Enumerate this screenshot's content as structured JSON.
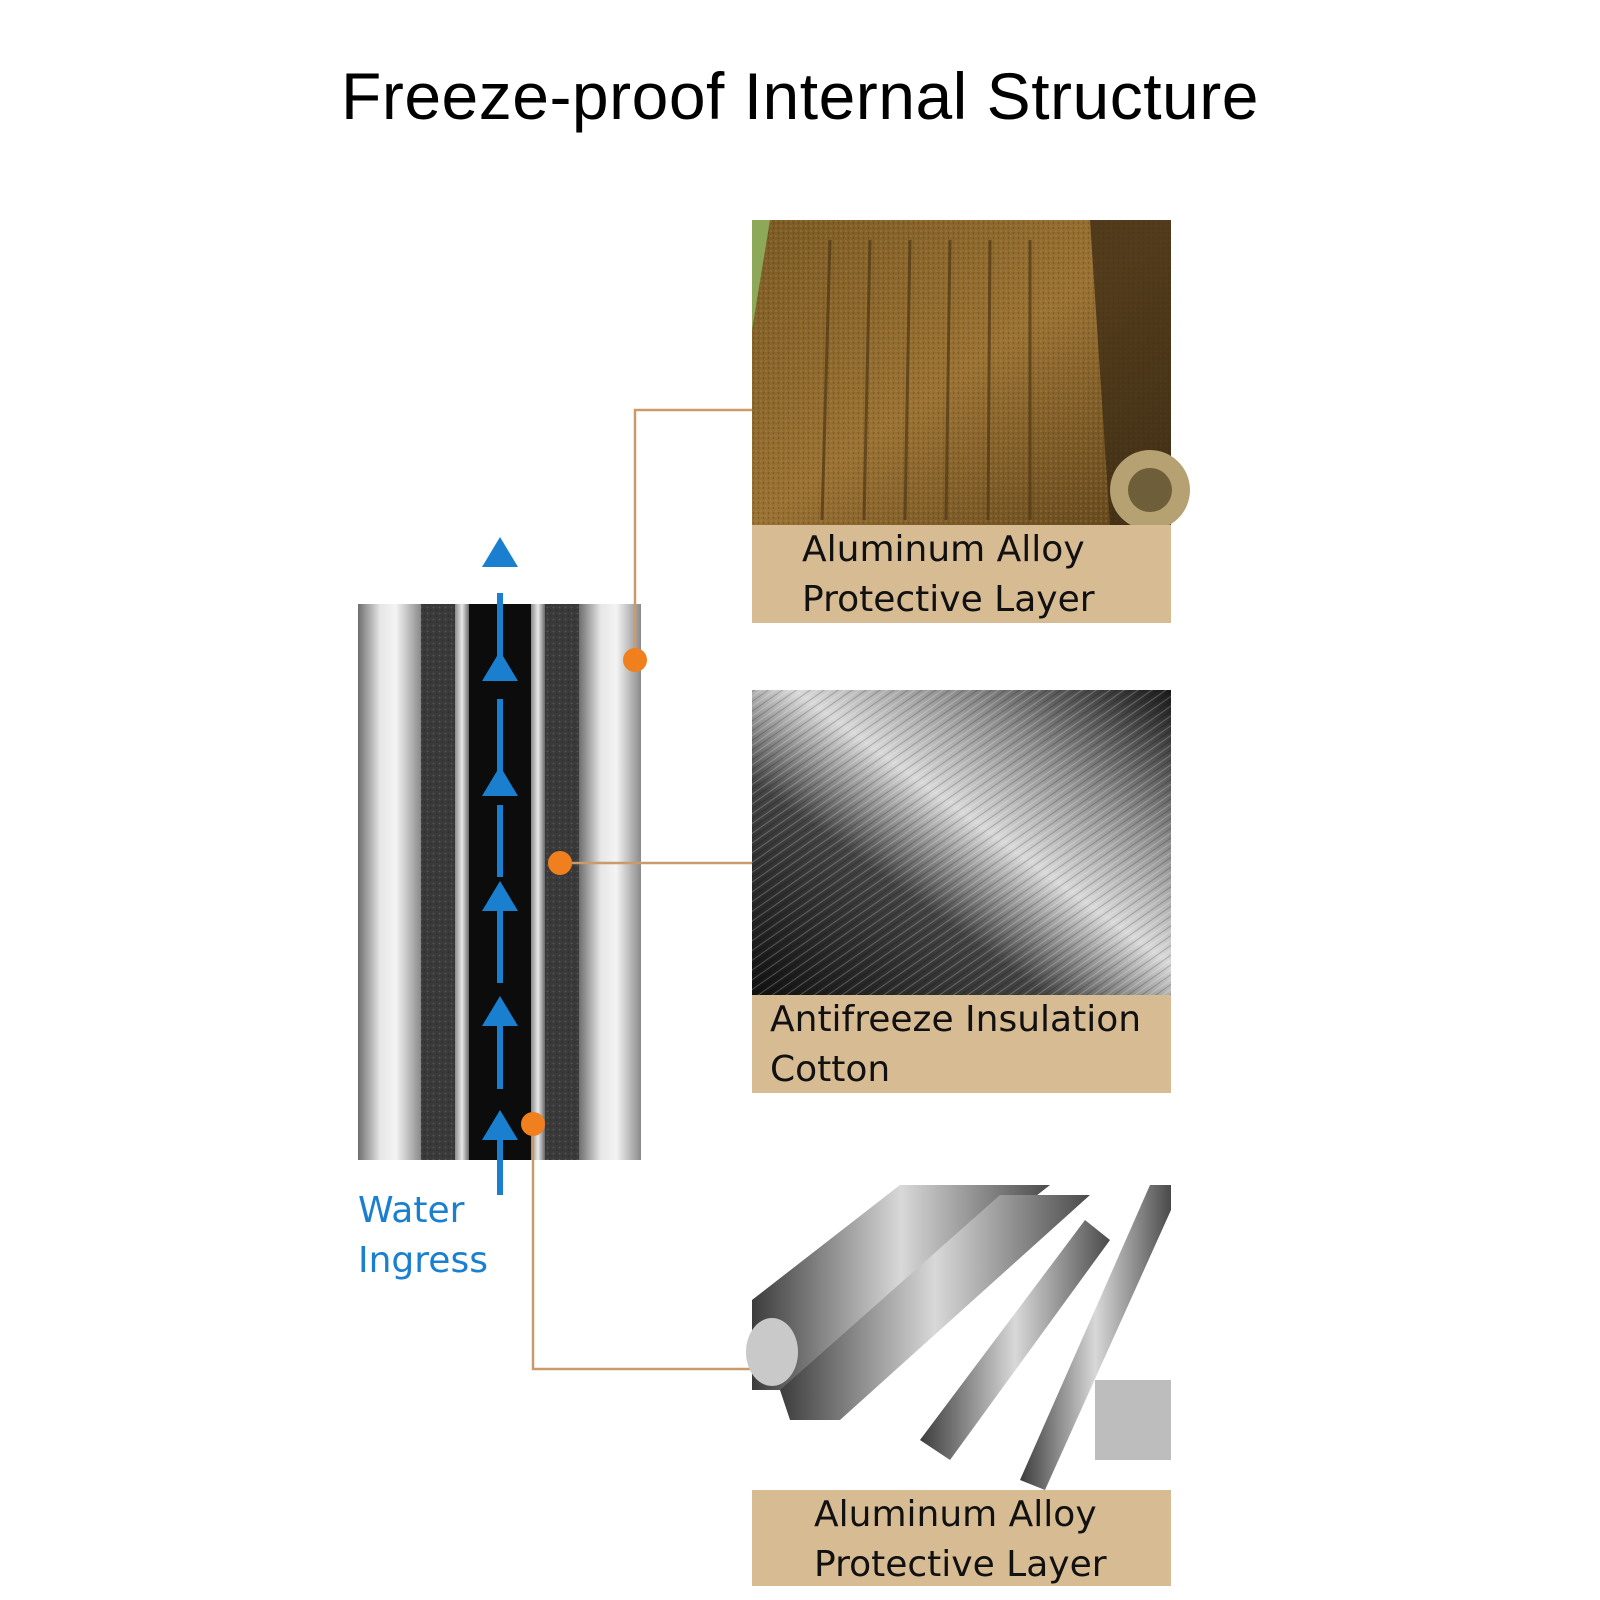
{
  "title": "Freeze-proof Internal Structure",
  "water_label": {
    "line1": "Water",
    "line2": "Ingress"
  },
  "panels": [
    {
      "line1": "Aluminum Alloy",
      "line2": "Protective Layer",
      "image": "textured-bronze-alloy-photo"
    },
    {
      "line1": "Antifreeze Insulation",
      "line2": "Cotton",
      "image": "insulation-cotton-photo"
    },
    {
      "line1": "Aluminum Alloy",
      "line2": "Protective Layer",
      "image": "aluminum-bars-photo"
    }
  ],
  "colors": {
    "accent_orange": "#f07f1d",
    "leader_line": "#c99a6a",
    "water_blue": "#1a7fcf",
    "caption_bg": "#d7bb93"
  }
}
